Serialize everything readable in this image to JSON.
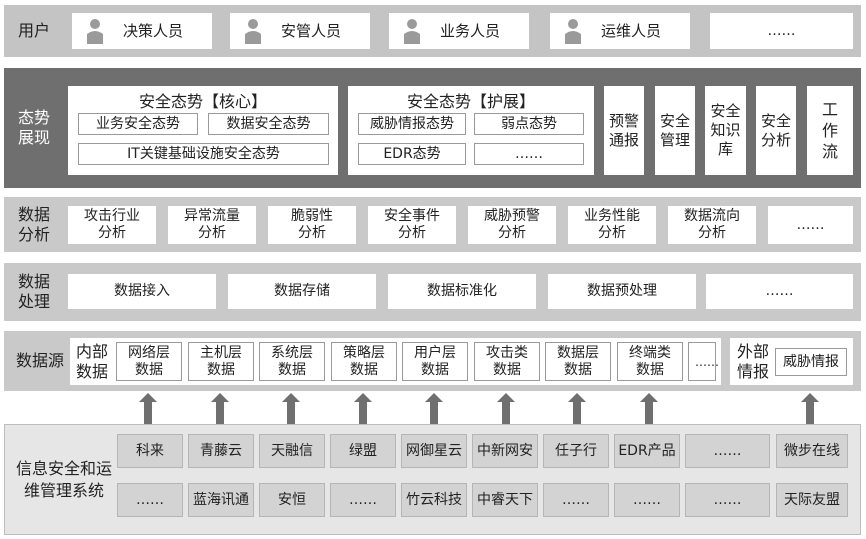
{
  "users": {
    "label": "用户",
    "items": [
      "决策人员",
      "安管人员",
      "业务人员",
      "运维人员",
      "……"
    ]
  },
  "situation": {
    "label": "态势展现",
    "core": {
      "title": "安全态势【核心】",
      "items": [
        "业务安全态势",
        "数据安全态势",
        "IT关键基础设施安全态势"
      ]
    },
    "extend": {
      "title": "安全态势【护展】",
      "items": [
        "威胁情报态势",
        "弱点态势",
        "EDR态势",
        "……"
      ]
    },
    "side": [
      "预警通报",
      "安全管理",
      "安全知识库",
      "安全分析",
      "工作流"
    ]
  },
  "analysis": {
    "label": "数据分析",
    "items": [
      "攻击行业分析",
      "异常流量分析",
      "脆弱性分析",
      "安全事件分析",
      "威胁预警分析",
      "业务性能分析",
      "数据流向分析",
      "……"
    ]
  },
  "processing": {
    "label": "数据处理",
    "items": [
      "数据接入",
      "数据存储",
      "数据标准化",
      "数据预处理",
      "……"
    ]
  },
  "sources": {
    "label": "数据源",
    "internal_label": "内部数据",
    "internal": [
      "网络层数据",
      "主机层数据",
      "系统层数据",
      "策略层数据",
      "用户层数据",
      "攻击类数据",
      "数据层数据",
      "终端类数据",
      "……"
    ],
    "external_label": "外部情报",
    "external": [
      "威胁情报"
    ]
  },
  "systems": {
    "label": "信息安全和运维管理系统",
    "row1": [
      "科来",
      "青藤云",
      "天融信",
      "绿盟",
      "网御星云",
      "中新网安",
      "任子行",
      "EDR产品",
      "……",
      "微步在线"
    ],
    "row2": [
      "……",
      "蓝海讯通",
      "安恒",
      "……",
      "竹云科技",
      "中睿天下",
      "……",
      "……",
      "……",
      "天际友盟"
    ]
  },
  "colors": {
    "band_light": "#c9c9c9",
    "band_dark": "#6f6f6f",
    "bottom_bg": "#e6e6e6",
    "arrow": "#6f6f6f",
    "bottom_box": "#d3d3d3"
  }
}
